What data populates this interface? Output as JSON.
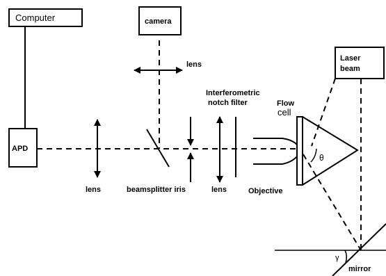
{
  "labels": {
    "computer": "Computer",
    "camera": "camera",
    "lens_top": "lens",
    "laser_beam_line1": "Laser",
    "laser_beam_line2": "beam",
    "notch_filter_line1": "Interferometric",
    "notch_filter_line2": "notch filter",
    "flow_line1": "Flow",
    "flow_line2": "cell",
    "apd": "APD",
    "lens_left": "lens",
    "beamsplitter_iris": "beamsplitter iris",
    "lens_right": "lens",
    "objective": "Objective",
    "theta": "θ",
    "gamma": "γ",
    "mirror": "mirror"
  },
  "colors": {
    "line": "#000000",
    "background": "#ffffff"
  }
}
